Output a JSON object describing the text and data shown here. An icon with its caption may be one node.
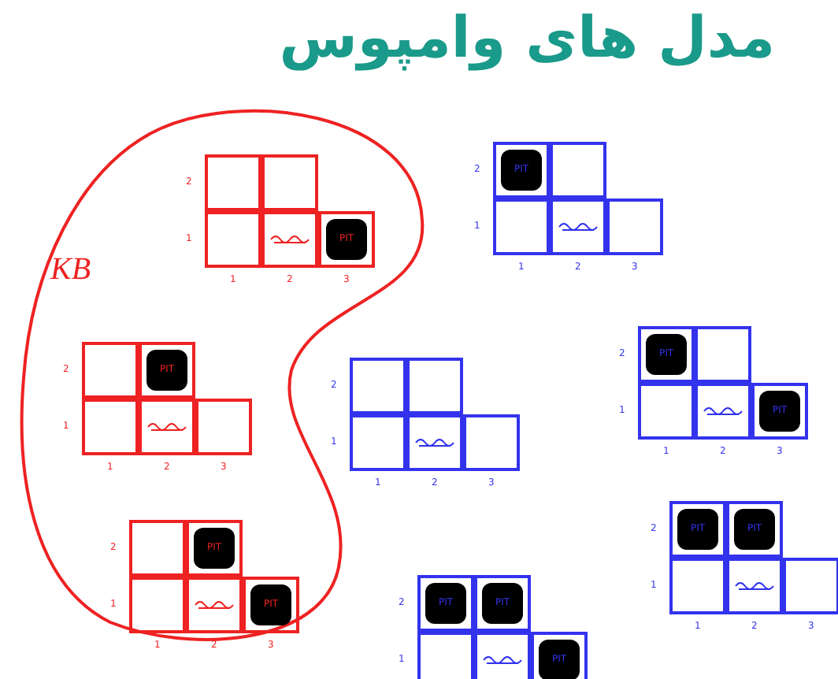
{
  "diagram": {
    "title": "مدل های وامپوس",
    "nodes": [
      {
        "text": [
          "KB"
        ]
      },
      {
        "text": [
          "PIT"
        ],
        "beside": [
          "2",
          "1",
          "1",
          "2",
          "3"
        ],
        "in": 0
      },
      {
        "text": [
          "PIT"
        ],
        "beside": [
          "2",
          "1",
          "1",
          "2",
          "3"
        ],
        "in": 0
      },
      {
        "text": [
          "PIT",
          "PIT"
        ],
        "beside": [
          "2",
          "1",
          "1",
          "2",
          "3"
        ],
        "in": 0
      },
      {
        "text": [
          "PIT"
        ],
        "beside": [
          "2",
          "1",
          "1",
          "2",
          "3"
        ]
      },
      {
        "text": [],
        "shape": "grid",
        "beside": [
          "2",
          "1",
          "1",
          "2",
          "3"
        ]
      },
      {
        "text": [
          "PIT",
          "PIT"
        ],
        "beside": [
          "2",
          "1",
          "1",
          "2",
          "3"
        ]
      },
      {
        "text": [
          "PIT",
          "PIT"
        ],
        "beside": [
          "2",
          "1",
          "1",
          "2",
          "3"
        ]
      },
      {
        "text": [
          "PIT",
          "PIT",
          "PIT"
        ],
        "beside": [
          "2",
          "1"
        ]
      }
    ]
  }
}
